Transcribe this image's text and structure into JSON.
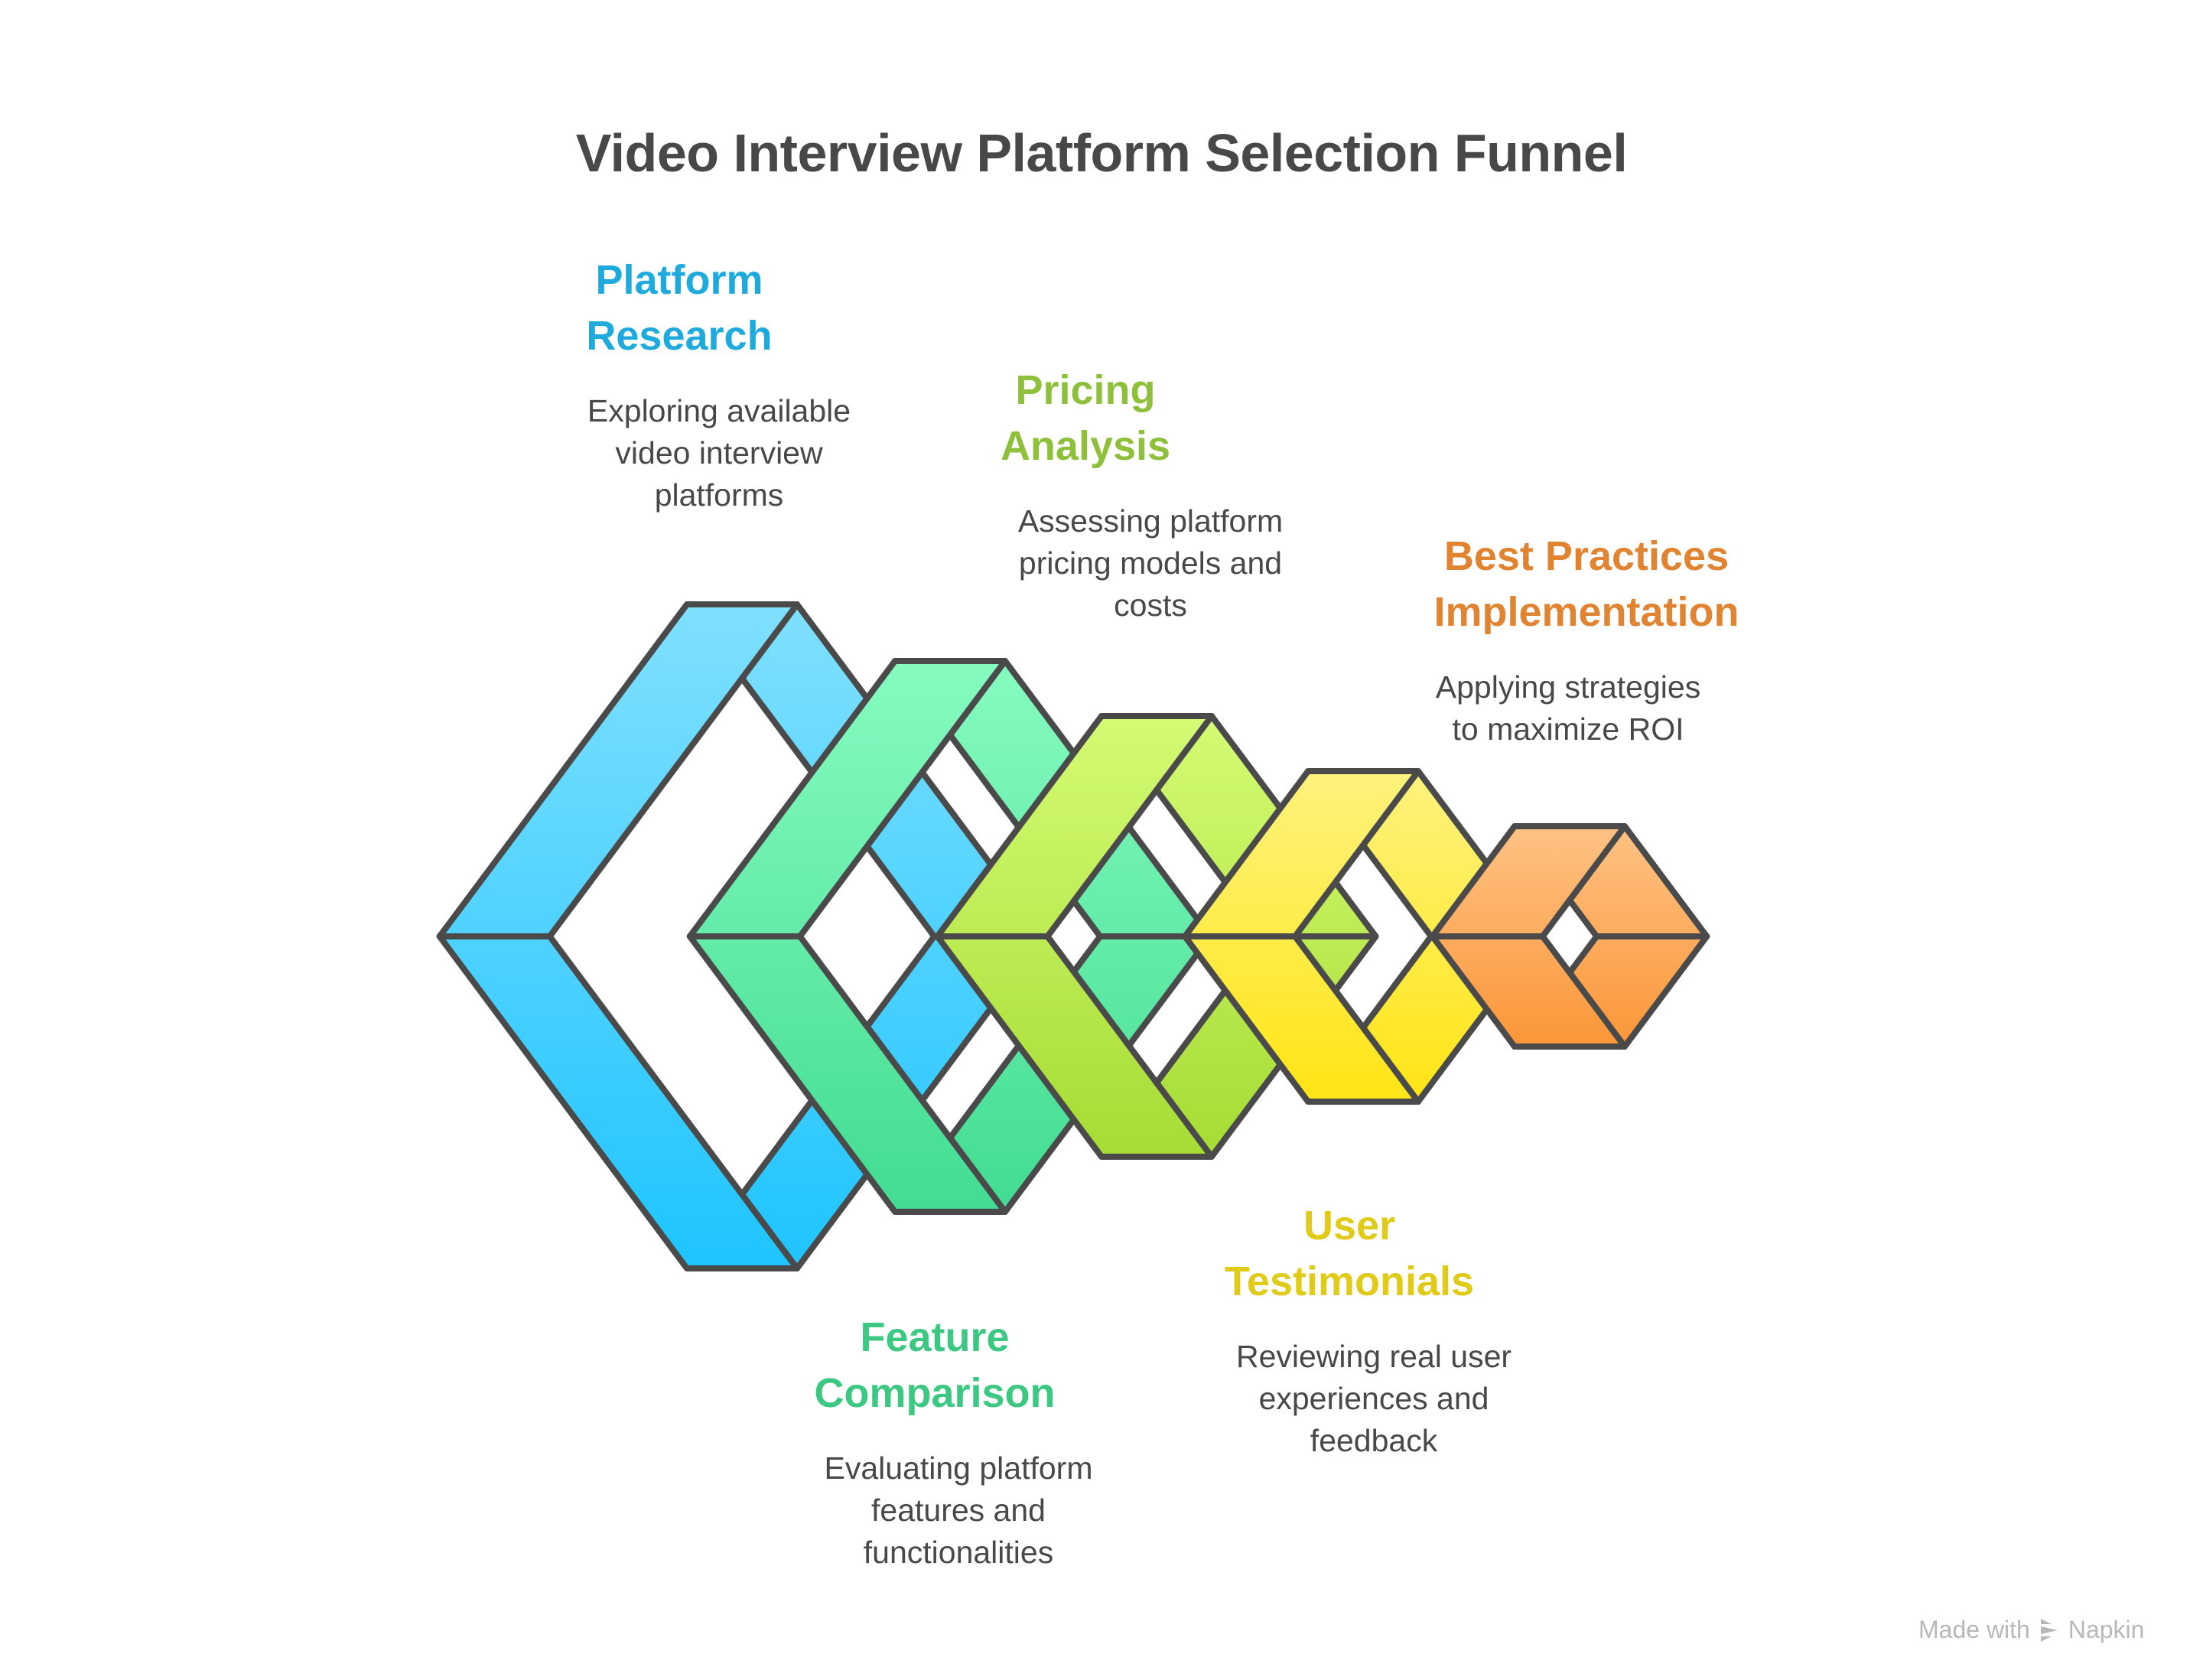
{
  "title": "Video Interview Platform Selection Funnel",
  "stages": [
    {
      "id": "platform-research",
      "title_lines": [
        "Platform",
        "Research"
      ],
      "desc_lines": [
        "Exploring available",
        "video interview",
        "platforms"
      ],
      "color": "#1eaadd",
      "fill_top": "#80e0ff",
      "fill_bottom": "#1ec4ff"
    },
    {
      "id": "feature-comparison",
      "title_lines": [
        "Feature",
        "Comparison"
      ],
      "desc_lines": [
        "Evaluating platform",
        "features and",
        "functionalities"
      ],
      "color": "#3cc882",
      "fill_top": "#86fbc0",
      "fill_bottom": "#42dc92"
    },
    {
      "id": "pricing-analysis",
      "title_lines": [
        "Pricing",
        "Analysis"
      ],
      "desc_lines": [
        "Assessing platform",
        "pricing models and",
        "costs"
      ],
      "color": "#8fc03c",
      "fill_top": "#d4fb74",
      "fill_bottom": "#a6dc34"
    },
    {
      "id": "user-testimonials",
      "title_lines": [
        "User",
        "Testimonials"
      ],
      "desc_lines": [
        "Reviewing real user",
        "experiences and",
        "feedback"
      ],
      "color": "#e0cc18",
      "fill_top": "#fff27e",
      "fill_bottom": "#ffe514"
    },
    {
      "id": "best-practices-implementation",
      "title_lines": [
        "Best Practices",
        "Implementation"
      ],
      "desc_lines": [
        "Applying strategies",
        "to maximize ROI"
      ],
      "color": "#e08432",
      "fill_top": "#ffc284",
      "fill_bottom": "#fb9638"
    }
  ],
  "outline_color": "#4a4a4a",
  "watermark": {
    "prefix": "Made with",
    "brand": "Napkin"
  }
}
